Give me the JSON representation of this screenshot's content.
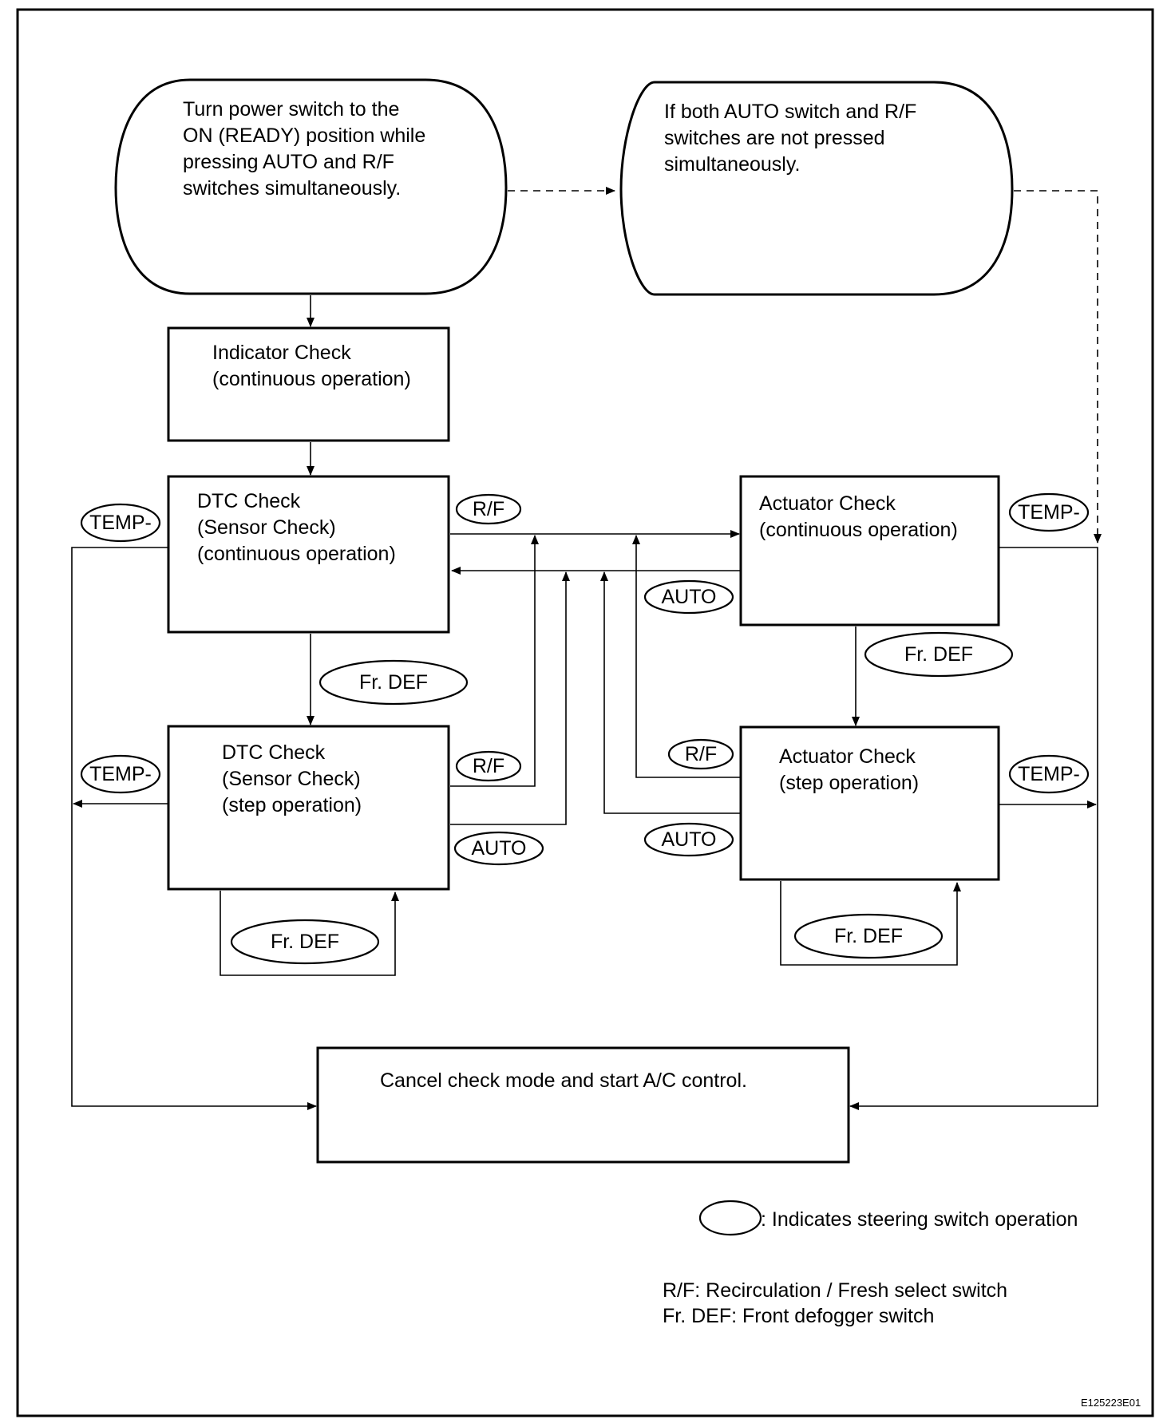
{
  "start_box": {
    "lines": [
      "Turn power switch to the",
      "ON (READY) position while",
      "pressing AUTO and R/F",
      "switches simultaneously."
    ]
  },
  "alt_box": {
    "lines": [
      "If both AUTO switch and R/F",
      "switches are not pressed",
      "simultaneously."
    ]
  },
  "indicator_check": {
    "lines": [
      "Indicator Check",
      "(continuous operation)"
    ]
  },
  "dtc_continuous": {
    "lines": [
      "DTC Check",
      "(Sensor Check)",
      "(continuous operation)"
    ]
  },
  "dtc_step": {
    "lines": [
      "DTC Check",
      "(Sensor Check)",
      "(step operation)"
    ]
  },
  "actuator_continuous": {
    "lines": [
      "Actuator Check",
      "(continuous operation)"
    ]
  },
  "actuator_step": {
    "lines": [
      "Actuator Check",
      "(step operation)"
    ]
  },
  "cancel_box": {
    "text": "Cancel check mode and start A/C control."
  },
  "switch_labels": {
    "rf": "R/F",
    "auto": "AUTO",
    "temp_minus": "TEMP-",
    "fr_def": "Fr. DEF"
  },
  "legend": {
    "oval_meaning": ": Indicates steering switch operation",
    "rf_definition": "R/F: Recirculation / Fresh select switch",
    "frdef_definition": "Fr. DEF: Front defogger switch"
  },
  "figure_id": "E125223E01"
}
